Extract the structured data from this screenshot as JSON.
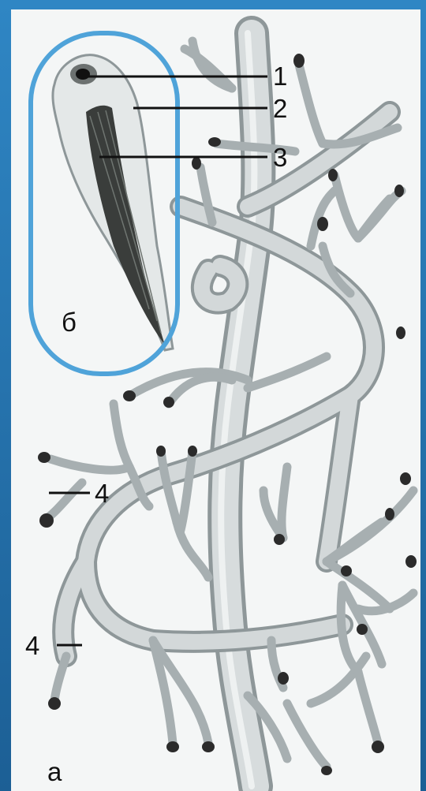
{
  "labels": {
    "l1": "1",
    "l2": "2",
    "l3": "3",
    "l4a": "4",
    "l4b": "4",
    "b": "б",
    "a": "а"
  },
  "colors": {
    "frame": "#1f6fa8",
    "panel": "#f4f6f6",
    "vessel": "#c9cfd1",
    "vessel_shade": "#8e9799",
    "tip": "#2b2b2b",
    "highlight": "#4fa3d9"
  }
}
